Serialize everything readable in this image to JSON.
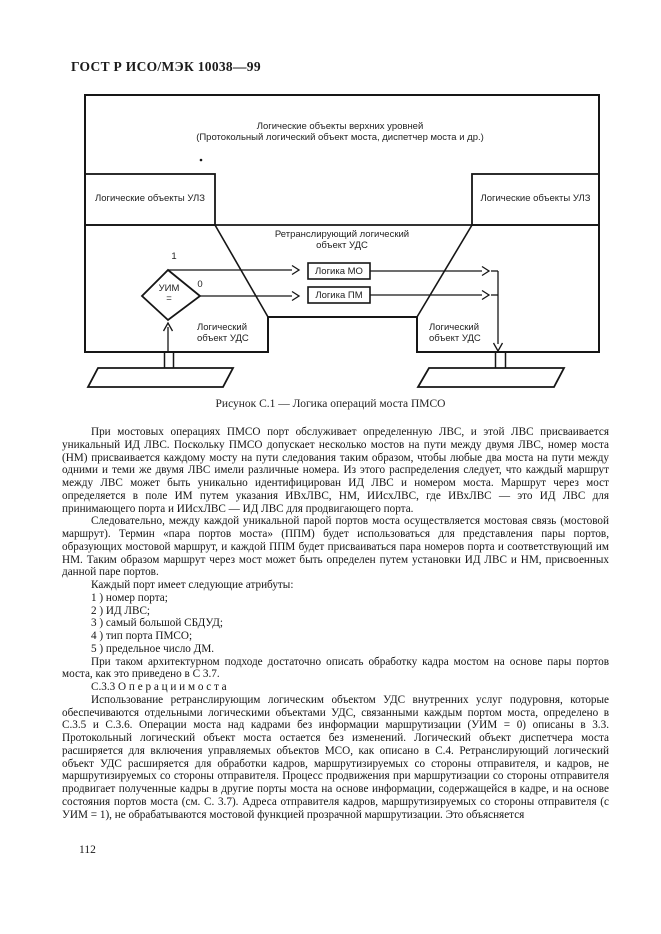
{
  "page": {
    "header": "ГОСТ Р ИСО/МЭК 10038—99",
    "page_number": "112"
  },
  "figure": {
    "caption": "Рисунок С.1 — Логика операций моста ПМСО",
    "labels": {
      "upper_levels_line1": "Логические объекты верхних уровней",
      "upper_levels_line2": "(Протокольный логический объект моста, диспетчер моста и др.)",
      "ulz_left": "Логические объекты УЛЗ",
      "ulz_right": "Логические объекты УЛЗ",
      "relay_line1": "Ретранслирующий логический",
      "relay_line2": "объект УДС",
      "diamond_line1": "УИМ",
      "diamond_line2": "=",
      "branch_true": "1",
      "branch_false": "0",
      "logic_mo": "Логика МО",
      "logic_pm": "Логика ПМ",
      "uds_left_line1": "Логический",
      "uds_left_line2": "объект УДС",
      "uds_right_line1": "Логический",
      "uds_right_line2": "объект УДС"
    }
  },
  "body": {
    "p1": "При мостовых операциях ПМСО порт обслуживает определенную ЛВС, и этой ЛВС присваивается уникальный ИД ЛВС. Поскольку ПМСО допускает несколько мостов на пути между двумя ЛВС, номер моста (НМ) присваивается каждому мосту на пути следования таким образом, чтобы любые два моста на пути между одними и теми же двумя ЛВС имели различные номера. Из этого распределения следует, что каждый маршрут между ЛВС может быть уникально идентифицирован ИД ЛВС и номером моста. Маршрут через мост определяется в поле ИМ путем указания ИВхЛВС, НМ, ИИсхЛВС, где ИВхЛВС — это ИД ЛВС для принимающего порта и ИИсхЛВС — ИД ЛВС для продвигающего порта.",
    "p2": "Следовательно, между каждой уникальной парой портов моста осуществляется мостовая связь (мостовой маршрут). Термин «пара портов моста» (ППМ) будет использоваться для представления пары портов, образующих мостовой маршрут, и каждой ППМ будет присваиваться пара номеров порта и соответствующий им НМ. Таким образом маршрут через мост может быть определен путем установки ИД ЛВС и НМ, присвоенных данной паре портов.",
    "p3_intro": "Каждый порт имеет следующие атрибуты:",
    "list": [
      "1 ) номер порта;",
      "2 ) ИД ЛВС;",
      "3 ) самый большой СБДУД;",
      "4 ) тип порта ПМСО;",
      "5 ) предельное число ДМ."
    ],
    "p4": "При таком архитектурном подходе достаточно описать обработку кадра мостом на основе пары портов моста, как это приведено в С 3.7.",
    "heading": "С.3.3  О п е р а ц и и   м о с т а",
    "p5": "Использование ретранслирующим логическим объектом УДС внутренних услуг подуровня, которые обеспечиваются отдельными логическими объектами УДС, связанными каждым портом моста, определено в С.3.5 и С.3.6. Операции моста над кадрами без информации маршрутизации (УИМ = 0) описаны в 3.3. Протокольный логический объект моста остается без изменений. Логический объект диспетчера моста расширяется для включения управляемых объектов МСО, как описано в С.4. Ретранслирующий логический объект УДС расширяется для обработки кадров,  маршрутизируемых со стороны отправителя, и кадров, не маршрутизируемых со стороны отправителя. Процесс продвижения при маршрутизации со стороны отправителя продвигает полученные кадры в другие порты моста на основе информации, содержащейся в кадре, и на основе состояния портов моста (см. С. 3.7). Адреса отправителя кадров, маршрутизируемых со стороны отправителя (с УИМ = 1), не обрабатываются мостовой функцией прозрачной маршрутизации. Это объясняется"
  }
}
